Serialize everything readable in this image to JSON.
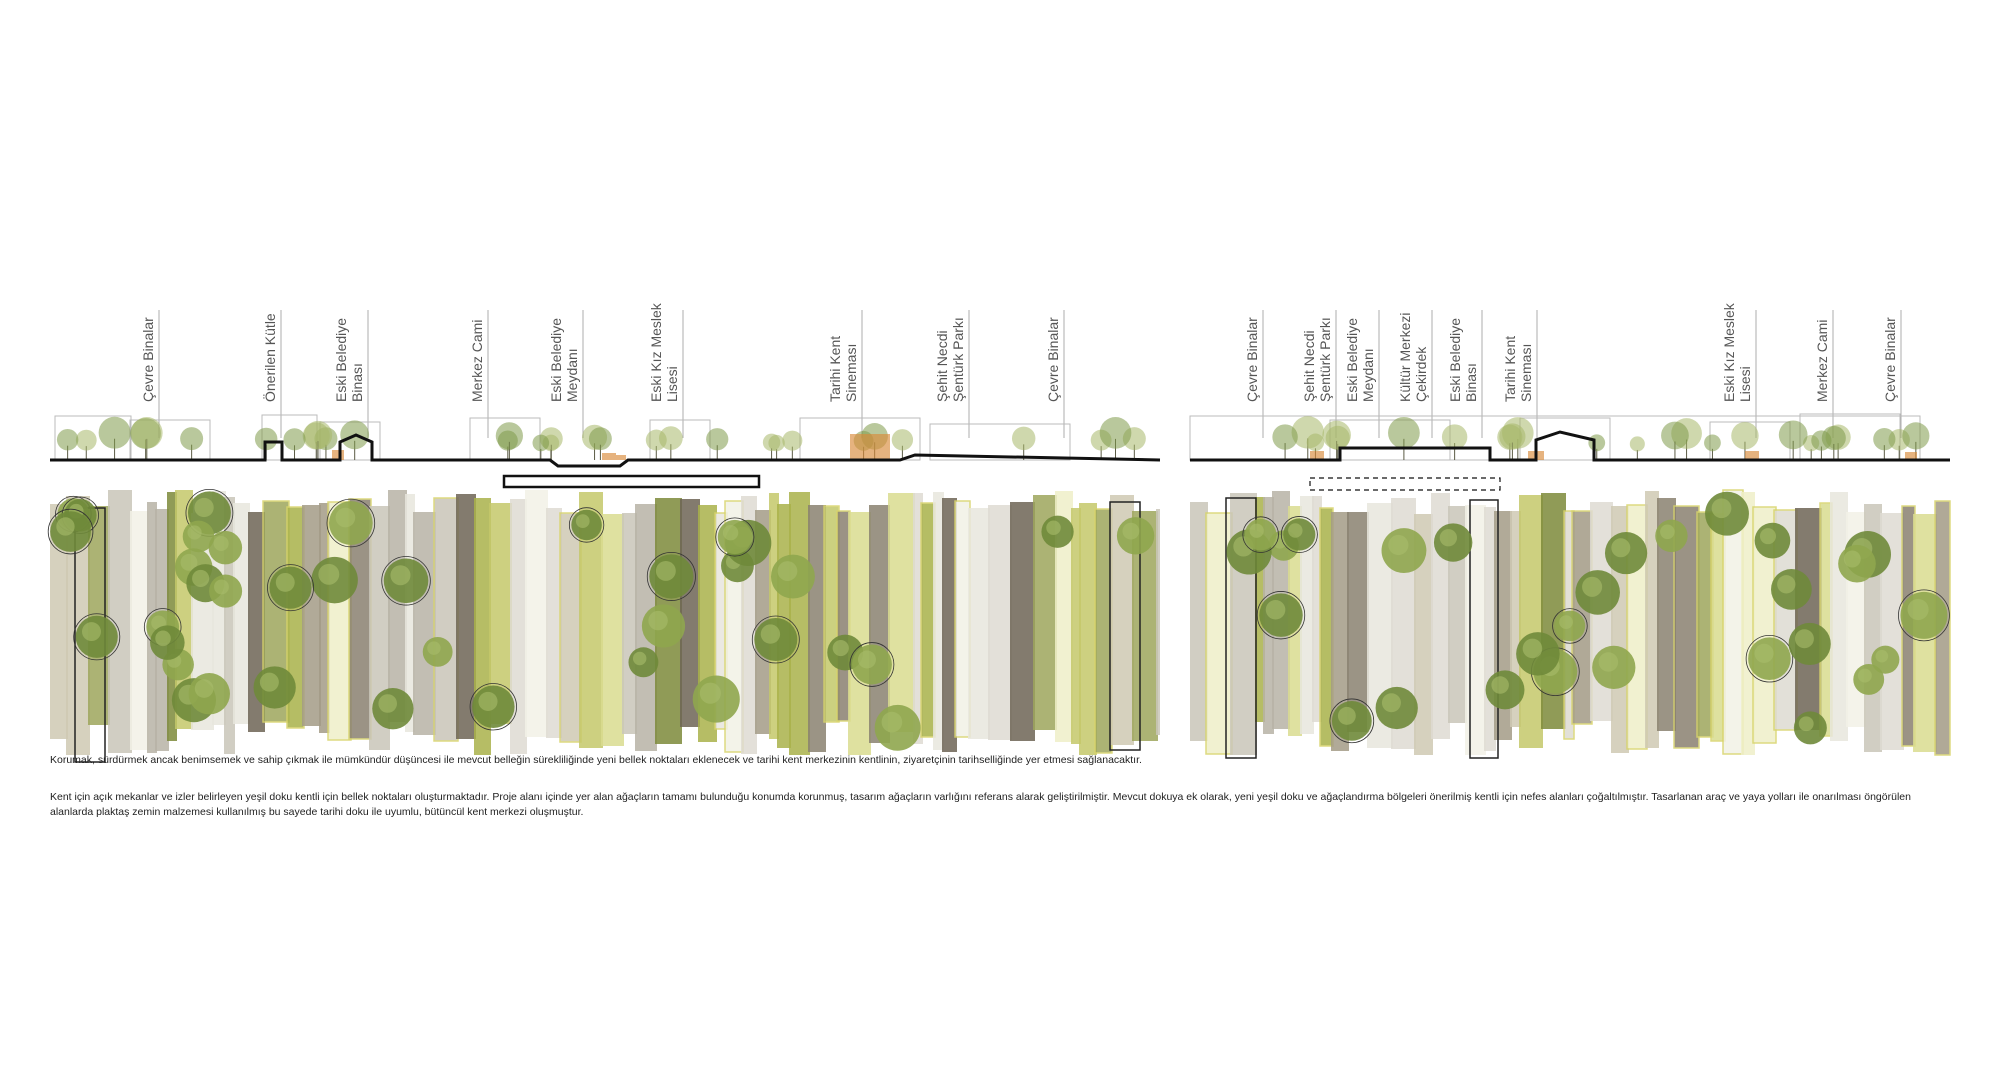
{
  "sections": [
    {
      "id": "left",
      "labels": [
        [
          "Çevre Binalar"
        ],
        [
          "Önerilen Kütle"
        ],
        [
          "Eski Belediye",
          "Binası"
        ],
        [
          "Merkez Cami"
        ],
        [
          "Eski Belediye",
          "Meydanı"
        ],
        [
          "Eski Kız Meslek",
          "Lisesi"
        ],
        [
          "Tarihi Kent",
          "Sineması"
        ],
        [
          "Şehit Necdi",
          "Şentürk Parkı"
        ],
        [
          "Çevre Binalar"
        ]
      ]
    },
    {
      "id": "right",
      "labels": [
        [
          "Çevre Binalar"
        ],
        [
          "Şehit Necdi",
          "Şentürk Parkı"
        ],
        [
          "Eski Belediye",
          "Meydanı"
        ],
        [
          "Kültür Merkezi",
          "Çekirdek"
        ],
        [
          "Eski Belediye",
          "Binası"
        ],
        [
          "Tarihi Kent",
          "Sineması"
        ],
        [
          "Eski Kız Meslek",
          "Lisesi"
        ],
        [
          "Merkez Cami"
        ],
        [
          "Çevre Binalar"
        ]
      ]
    }
  ],
  "captions": {
    "paragraph_1": "Korumak, sürdürmek ancak benimsemek ve sahip çıkmak ile mümkündür düşüncesi ile mevcut belleğin sürekliliğinde yeni bellek noktaları eklenecek ve tarihi kent merkezinin kentlinin, ziyaretçinin tarihselliğinde yer etmesi sağlanacaktır.",
    "paragraph_2": "Kent için açık mekanlar ve izler belirleyen  yeşil doku kentli için bellek noktaları oluşturmaktadır. Proje alanı içinde yer alan ağaçların tamamı bulunduğu konumda korunmuş, tasarım ağaçların varlığını referans alarak geliştirilmiştir. Mevcut dokuya ek olarak, yeni yeşil doku ve ağaçlandırma bölgeleri önerilmiş kentli için nefes alanları çoğaltılmıştır. Tasarlanan araç ve yaya yolları ile onarılması öngörülen alanlarda plaktaş zemin malzemesi kullanılmış bu sayede tarihi doku ile uyumlu, bütüncül kent merkezi oluşmuştur."
  },
  "colors": {
    "ground": "#111111",
    "label_text": "#555555",
    "section_line": "#bbbbbb",
    "orange_accent": "#d98a3a",
    "yellow_green": "#c7cc55",
    "olive": "#8f9a3a",
    "gray": "#b9b6ad",
    "brown": "#7b7462"
  }
}
